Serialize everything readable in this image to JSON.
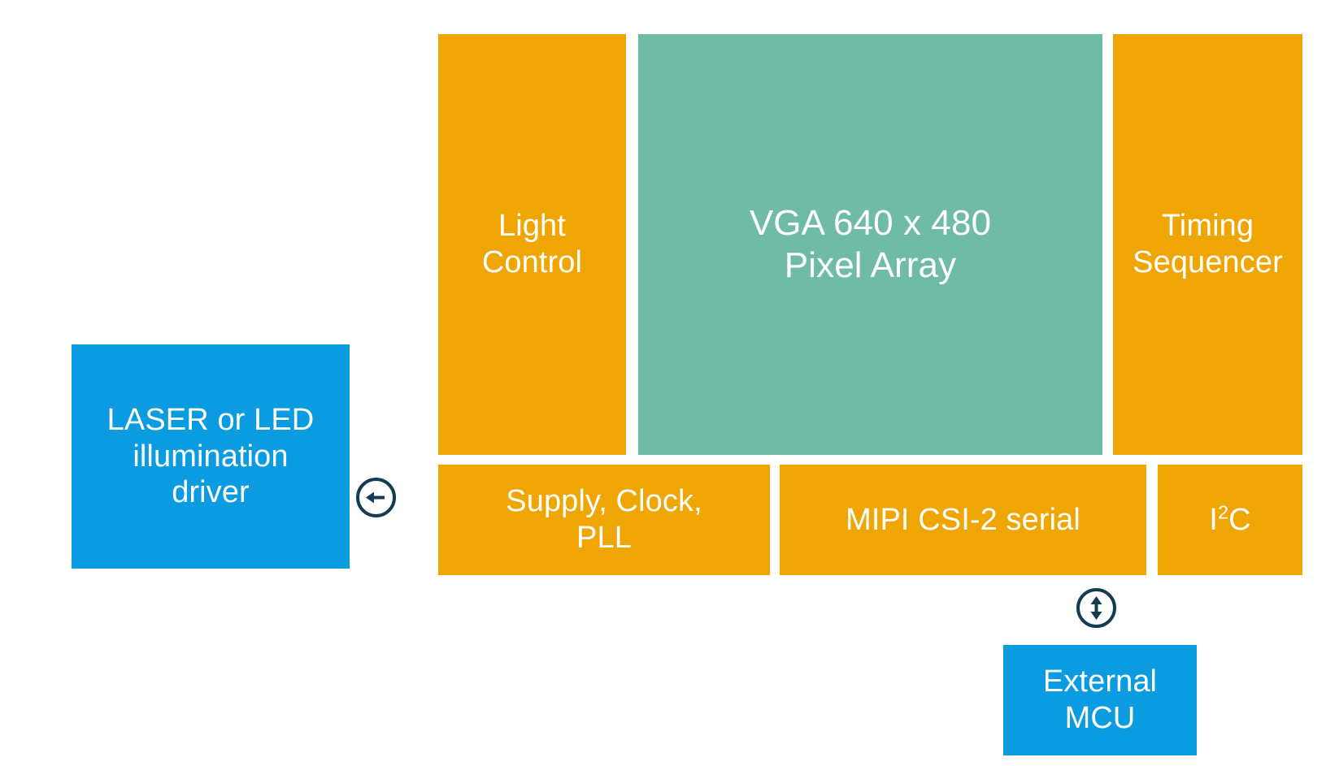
{
  "diagram": {
    "title": "Image sensor system block diagram",
    "colors": {
      "orange": "#EFA502",
      "teal": "#6FBBA8",
      "blue": "#0B9BE0",
      "connector": "#133C52",
      "background": "#FFFFFF",
      "text": "#FFFFFF"
    },
    "blocks": [
      {
        "id": "light-control",
        "label": "Light\nControl",
        "color": "#EFA502",
        "group": "sensor-top-row"
      },
      {
        "id": "pixel-array",
        "label": "VGA 640 x 480\nPixel Array",
        "color": "#6FBBA8",
        "group": "sensor-top-row"
      },
      {
        "id": "timing-sequencer",
        "label": "Timing\nSequencer",
        "color": "#EFA502",
        "group": "sensor-top-row"
      },
      {
        "id": "supply-clock-pll",
        "label": "Supply, Clock,\nPLL",
        "color": "#EFA502",
        "group": "sensor-bottom-row"
      },
      {
        "id": "mipi-csi2",
        "label": "MIPI CSI-2 serial",
        "color": "#EFA502",
        "group": "sensor-bottom-row"
      },
      {
        "id": "i2c",
        "label_prefix": "I",
        "label_superscript": "2",
        "label_suffix": "C",
        "label_plain": "I2C",
        "color": "#EFA502",
        "group": "sensor-bottom-row"
      },
      {
        "id": "laser-driver",
        "label": "LASER or LED\nillumination\ndriver",
        "color": "#0B9BE0",
        "group": "external"
      },
      {
        "id": "external-mcu",
        "label": "External\nMCU",
        "color": "#0B9BE0",
        "group": "external"
      }
    ],
    "connectors": [
      {
        "id": "left-arrow",
        "icon": "circled-left-arrow-icon",
        "direction": "left",
        "from": "supply-clock-pll",
        "to": "laser-driver"
      },
      {
        "id": "updown-arrow",
        "icon": "circled-up-down-arrow-icon",
        "direction": "bidirectional",
        "from": "i2c",
        "to": "external-mcu"
      }
    ]
  }
}
